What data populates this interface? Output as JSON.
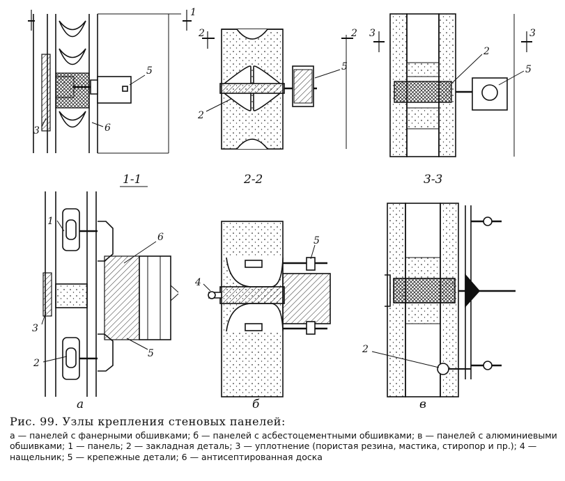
{
  "caption": {
    "title": "Рис. 99. Узлы крепления стеновых панелей:",
    "body": "а — панелей с фанерными обшивками; б — панелей с асбестоцементными обшивками; в — панелей с алюминиевыми обшивками; 1 — панель; 2 — закладная деталь; 3 — уплотнение (пористая резина, мастика, стиропор и пр.); 4 — нащельник; 5 — крепежные детали; 6 — антисептированная доска"
  },
  "sections": {
    "s1": "1-1",
    "s2": "2-2",
    "s3": "3-3"
  },
  "variants": {
    "a": "а",
    "b": "б",
    "v": "в"
  },
  "callouts": {
    "n1": "1",
    "n2": "2",
    "n3": "3",
    "n4": "4",
    "n5": "5",
    "n6": "6"
  }
}
